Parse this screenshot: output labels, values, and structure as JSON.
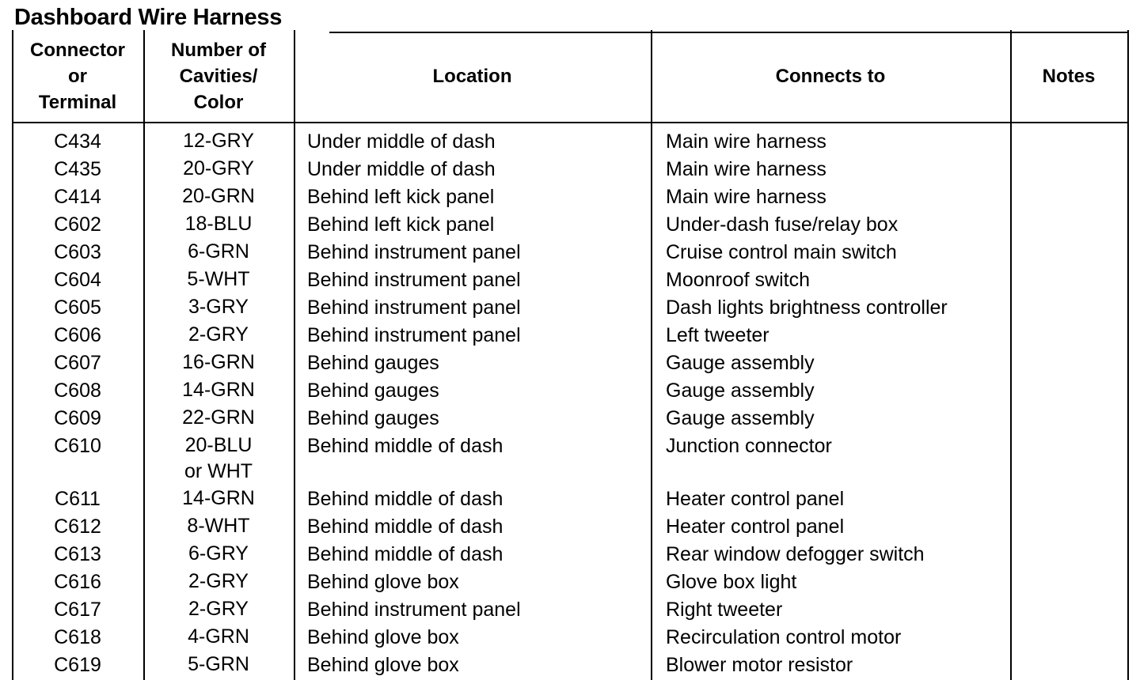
{
  "title": "Dashboard Wire Harness",
  "headers": {
    "connector": "Connector\nor\nTerminal",
    "cavities": "Number of\nCavities/\nColor",
    "location": "Location",
    "connects_to": "Connects to",
    "notes": "Notes"
  },
  "rows": [
    {
      "connector": "C434",
      "cavities": "12-GRY",
      "location": "Under middle of dash",
      "connects_to": "Main wire harness",
      "notes": ""
    },
    {
      "connector": "C435",
      "cavities": "20-GRY",
      "location": "Under middle of dash",
      "connects_to": "Main wire harness",
      "notes": ""
    },
    {
      "connector": "C414",
      "cavities": "20-GRN",
      "location": "Behind left kick panel",
      "connects_to": "Main wire harness",
      "notes": ""
    },
    {
      "connector": "C602",
      "cavities": "18-BLU",
      "location": "Behind left kick panel",
      "connects_to": "Under-dash fuse/relay box",
      "notes": ""
    },
    {
      "connector": "C603",
      "cavities": "6-GRN",
      "location": "Behind instrument panel",
      "connects_to": "Cruise control main switch",
      "notes": ""
    },
    {
      "connector": "C604",
      "cavities": "5-WHT",
      "location": "Behind instrument panel",
      "connects_to": "Moonroof switch",
      "notes": ""
    },
    {
      "connector": "C605",
      "cavities": "3-GRY",
      "location": "Behind instrument panel",
      "connects_to": "Dash lights brightness controller",
      "notes": ""
    },
    {
      "connector": "C606",
      "cavities": "2-GRY",
      "location": "Behind instrument panel",
      "connects_to": "Left tweeter",
      "notes": ""
    },
    {
      "connector": "C607",
      "cavities": "16-GRN",
      "location": "Behind gauges",
      "connects_to": "Gauge assembly",
      "notes": ""
    },
    {
      "connector": "C608",
      "cavities": "14-GRN",
      "location": "Behind gauges",
      "connects_to": "Gauge assembly",
      "notes": ""
    },
    {
      "connector": "C609",
      "cavities": "22-GRN",
      "location": "Behind gauges",
      "connects_to": "Gauge assembly",
      "notes": ""
    },
    {
      "connector": "C610",
      "cavities": "20-BLU\nor WHT",
      "location": "Behind middle of dash",
      "connects_to": "Junction connector",
      "notes": ""
    },
    {
      "connector": "C611",
      "cavities": "14-GRN",
      "location": "Behind middle of dash",
      "connects_to": "Heater control panel",
      "notes": ""
    },
    {
      "connector": "C612",
      "cavities": "8-WHT",
      "location": "Behind middle of dash",
      "connects_to": "Heater control panel",
      "notes": ""
    },
    {
      "connector": "C613",
      "cavities": "6-GRY",
      "location": "Behind middle of dash",
      "connects_to": "Rear window defogger switch",
      "notes": ""
    },
    {
      "connector": "C616",
      "cavities": "2-GRY",
      "location": "Behind glove box",
      "connects_to": "Glove box light",
      "notes": ""
    },
    {
      "connector": "C617",
      "cavities": "2-GRY",
      "location": "Behind instrument panel",
      "connects_to": "Right tweeter",
      "notes": ""
    },
    {
      "connector": "C618",
      "cavities": "4-GRN",
      "location": "Behind glove box",
      "connects_to": "Recirculation control motor",
      "notes": ""
    },
    {
      "connector": "C619",
      "cavities": "5-GRN",
      "location": "Behind glove box",
      "connects_to": "Blower motor resistor",
      "notes": ""
    }
  ]
}
